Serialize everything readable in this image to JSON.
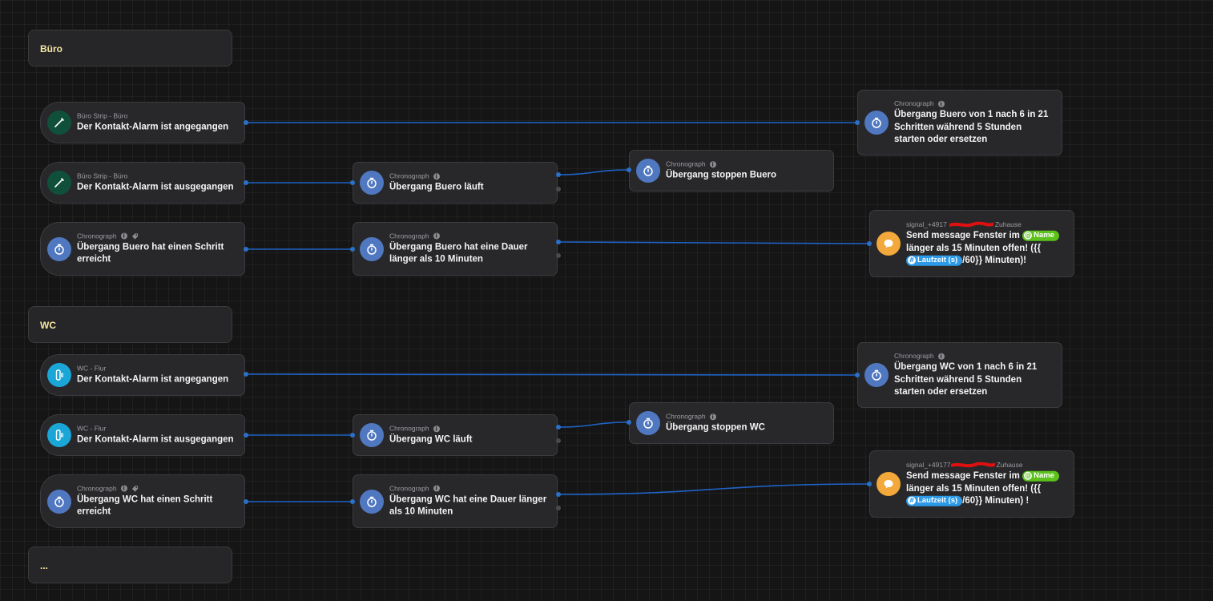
{
  "colors": {
    "wire": "#1f63c6",
    "group_label": "#f6e7a3",
    "chronograph_icon": "#4f78c0",
    "contact_icon": "#10503a",
    "sensor_icon": "#1aa7d8",
    "message_icon": "#f2a83a",
    "name_pill": "#5cc21b",
    "number_pill": "#2c9ae8"
  },
  "groups": {
    "buero": "Büro",
    "wc": "WC",
    "more": "..."
  },
  "nodes": {
    "b_trig1": {
      "source": "Büro Strip - Büro",
      "title": "Der Kontakt-Alarm ist angegangen",
      "icon": "pen-sensor-icon"
    },
    "b_trig2": {
      "source": "Büro Strip - Büro",
      "title": "Der Kontakt-Alarm ist ausgegangen",
      "icon": "pen-sensor-icon"
    },
    "b_trig3": {
      "source": "Chronograph",
      "title": "Übergang Buero hat einen Schritt erreicht",
      "icon": "stopwatch-icon"
    },
    "b_cond1": {
      "source": "Chronograph",
      "title": "Übergang Buero läuft",
      "icon": "stopwatch-icon"
    },
    "b_cond2": {
      "source": "Chronograph",
      "title": "Übergang Buero hat eine Dauer länger als 10  Minuten",
      "icon": "stopwatch-icon"
    },
    "b_act_stop": {
      "source": "Chronograph",
      "title": "Übergang stoppen Buero",
      "icon": "stopwatch-icon"
    },
    "b_act_start": {
      "source": "Chronograph",
      "title": "Übergang Buero von 1 nach 6 in 21 Schritten während 5  Stunden starten oder ersetzen",
      "icon": "stopwatch-icon"
    },
    "b_act_msg": {
      "source_prefix": "signal_+4917",
      "source_suffix": "Zuhause",
      "t1": "Send message Fenster im ",
      "pill_name": "Name",
      "t2": " länger als 15 Minuten offen! ({{ ",
      "pill_num": "Laufzeit (s)",
      "t3": "/60}} Minuten)!",
      "icon": "speech-bubble-icon"
    },
    "w_trig1": {
      "source": "WC - Flur",
      "title": "Der Kontakt-Alarm ist angegangen",
      "icon": "door-sensor-icon"
    },
    "w_trig2": {
      "source": "WC - Flur",
      "title": "Der Kontakt-Alarm ist ausgegangen",
      "icon": "door-sensor-icon"
    },
    "w_trig3": {
      "source": "Chronograph",
      "title": "Übergang WC hat einen Schritt erreicht",
      "icon": "stopwatch-icon"
    },
    "w_cond1": {
      "source": "Chronograph",
      "title": "Übergang WC läuft",
      "icon": "stopwatch-icon"
    },
    "w_cond2": {
      "source": "Chronograph",
      "title": "Übergang WC hat eine Dauer länger als 10  Minuten",
      "icon": "stopwatch-icon"
    },
    "w_act_stop": {
      "source": "Chronograph",
      "title": "Übergang stoppen WC",
      "icon": "stopwatch-icon"
    },
    "w_act_start": {
      "source": "Chronograph",
      "title": "Übergang WC von 1 nach 6 in 21 Schritten während 5  Stunden starten oder ersetzen",
      "icon": "stopwatch-icon"
    },
    "w_act_msg": {
      "source_prefix": "signal_+49177",
      "source_suffix": "Zuhause",
      "t1": "Send message Fenster im ",
      "pill_name": "Name",
      "t2": " länger als 15 Minuten offen! ({{ ",
      "pill_num": "Laufzeit (s)",
      "t3": "/60}} Minuten) !",
      "icon": "speech-bubble-icon"
    }
  }
}
